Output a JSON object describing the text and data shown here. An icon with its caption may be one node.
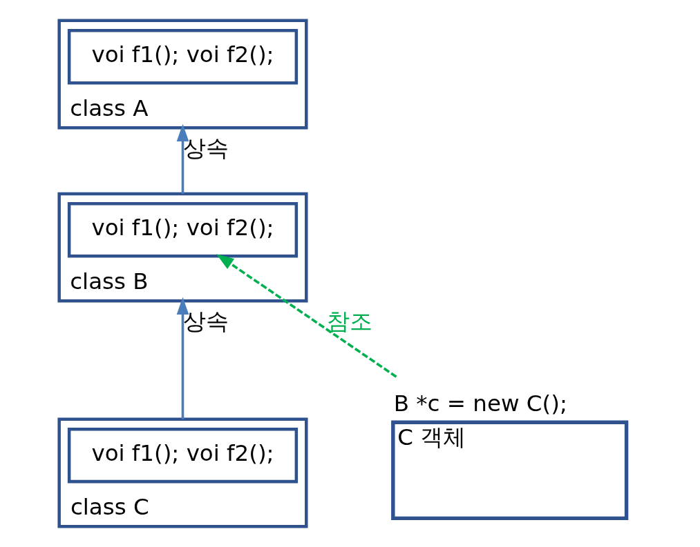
{
  "diagram": {
    "nodes": [
      {
        "text": [
          "class A"
        ]
      },
      {
        "text": [
          "voi f1(); voi f2();"
        ],
        "in": 0
      },
      {
        "text": [
          "class B"
        ]
      },
      {
        "text": [
          "voi f1(); voi f2();"
        ],
        "in": 2
      },
      {
        "text": [
          "class C"
        ]
      },
      {
        "text": [
          "voi f1(); voi f2();"
        ],
        "in": 4
      },
      {
        "text": [
          "C 객체"
        ],
        "beside": [
          "B *c = new C();"
        ]
      }
    ],
    "edges": [
      {
        "from": 2,
        "to": 0,
        "arrow": "to",
        "label": "상속"
      },
      {
        "from": 4,
        "to": 2,
        "arrow": "to",
        "label": "상속"
      },
      {
        "from": 6,
        "to": 3,
        "arrow": "to",
        "label": "참조",
        "style": "dashed",
        "color": "#00b050"
      }
    ]
  }
}
